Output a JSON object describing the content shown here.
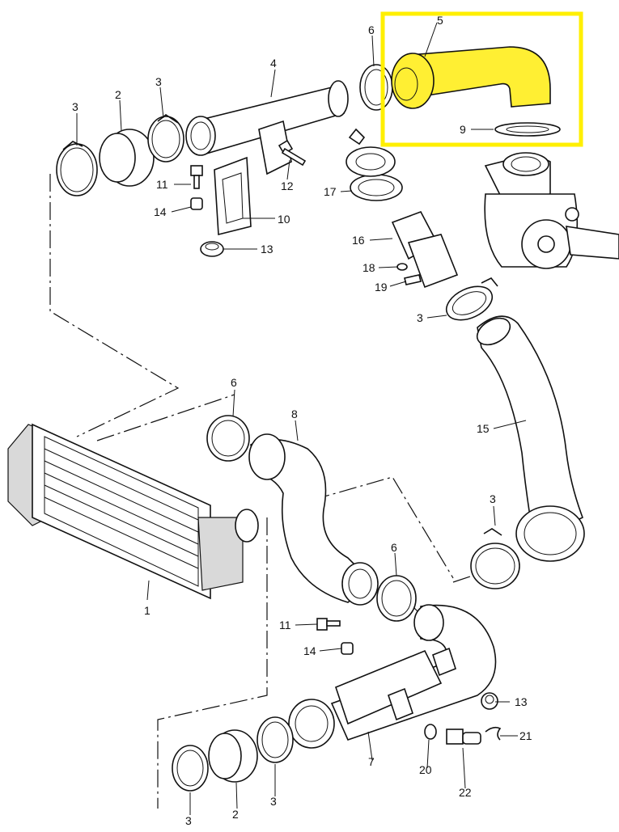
{
  "highlight_color": "#ffef00",
  "part_fill_color": "#ffef33",
  "labels": {
    "p1": "1",
    "p2a": "2",
    "p2b": "2",
    "p3a": "3",
    "p3b": "3",
    "p3c": "3",
    "p3d": "3",
    "p3e": "3",
    "p3f": "3",
    "p4": "4",
    "p5": "5",
    "p6a": "6",
    "p6b": "6",
    "p6c": "6",
    "p7": "7",
    "p8": "8",
    "p9": "9",
    "p10": "10",
    "p11a": "11",
    "p11b": "11",
    "p12": "12",
    "p13a": "13",
    "p13b": "13",
    "p14a": "14",
    "p14b": "14",
    "p15": "15",
    "p16": "16",
    "p17": "17",
    "p18": "18",
    "p19": "19",
    "p20": "20",
    "p21": "21",
    "p22": "22"
  }
}
